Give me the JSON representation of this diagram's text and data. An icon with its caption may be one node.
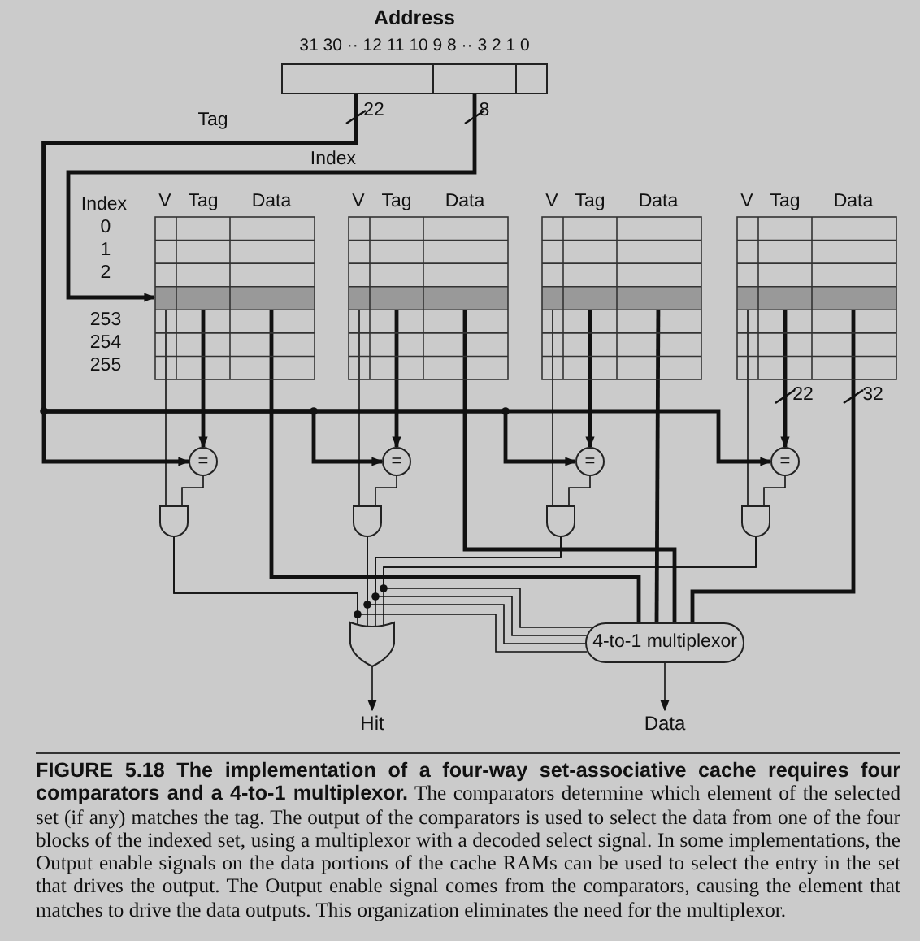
{
  "diagram": {
    "caption": "**FIGURE 5.18  The implementation of a four-way set-associative cache requires four comparators and a 4-to-1 multiplexor.** The comparators determine which element of the selected set (if any) matches the tag. The output of the comparators is used to select the data from one of the four blocks of the indexed set, using a multiplexor with a decoded select signal. In some implementations, the Output enable signals on the data portions of the cache RAMs can be used to select the entry in the set that drives the output. The Output enable signal comes from the comparators, causing the element that matches to drive the data outputs. This organization eliminates the need for the multiplexor.",
    "nodes": [
      {
        "text": [
          "Address",
          "31 30 ·· 12 11 10 9 8 ·· 3 2 1 0"
        ]
      },
      {
        "text": [
          "V",
          "Tag",
          "Data"
        ]
      },
      {
        "text": [
          "V",
          "Tag",
          "Data"
        ]
      },
      {
        "text": [
          "V",
          "Tag",
          "Data"
        ]
      },
      {
        "text": [
          "V",
          "Tag",
          "Data"
        ]
      },
      {
        "text": [
          "="
        ]
      },
      {
        "text": [
          "="
        ]
      },
      {
        "text": [
          "="
        ]
      },
      {
        "text": [
          "="
        ]
      },
      {
        "text": [],
        "shape": "gate"
      },
      {
        "text": [],
        "shape": "gate"
      },
      {
        "text": [],
        "shape": "gate"
      },
      {
        "text": [],
        "shape": "gate"
      },
      {
        "text": [],
        "shape": "gate"
      },
      {
        "text": [
          "4-to-1 multiplexor"
        ]
      },
      {
        "text": [
          "Hit"
        ]
      },
      {
        "text": [
          "Data"
        ]
      }
    ],
    "edges": [
      {
        "from": 0,
        "to": 1,
        "arrow": "to",
        "label": "Index",
        "style": "thick"
      },
      {
        "from": 0,
        "to": 5,
        "arrow": "to",
        "label": "Tag",
        "style": "thick"
      },
      {
        "from": 0,
        "to": 6,
        "arrow": "to",
        "style": "thick"
      },
      {
        "from": 0,
        "to": 7,
        "arrow": "to",
        "style": "thick"
      },
      {
        "from": 0,
        "to": 8,
        "arrow": "to",
        "style": "thick"
      },
      {
        "from": 1,
        "to": 5,
        "arrow": "to",
        "style": "thick"
      },
      {
        "from": 2,
        "to": 6,
        "arrow": "to",
        "style": "thick"
      },
      {
        "from": 3,
        "to": 7,
        "arrow": "to",
        "style": "thick"
      },
      {
        "from": 4,
        "to": 8,
        "arrow": "to",
        "style": "thick"
      },
      {
        "from": 1,
        "to": 9,
        "arrow": "none"
      },
      {
        "from": 2,
        "to": 10,
        "arrow": "none"
      },
      {
        "from": 3,
        "to": 11,
        "arrow": "none"
      },
      {
        "from": 4,
        "to": 12,
        "arrow": "none"
      },
      {
        "from": 5,
        "to": 9,
        "arrow": "none"
      },
      {
        "from": 6,
        "to": 10,
        "arrow": "none"
      },
      {
        "from": 7,
        "to": 11,
        "arrow": "none"
      },
      {
        "from": 8,
        "to": 12,
        "arrow": "none"
      },
      {
        "from": 9,
        "to": 13,
        "arrow": "none"
      },
      {
        "from": 10,
        "to": 13,
        "arrow": "none"
      },
      {
        "from": 11,
        "to": 13,
        "arrow": "none"
      },
      {
        "from": 12,
        "to": 13,
        "arrow": "none"
      },
      {
        "from": 9,
        "to": 14,
        "arrow": "none"
      },
      {
        "from": 10,
        "to": 14,
        "arrow": "none"
      },
      {
        "from": 11,
        "to": 14,
        "arrow": "none"
      },
      {
        "from": 12,
        "to": 14,
        "arrow": "none"
      },
      {
        "from": 1,
        "to": 14,
        "arrow": "none",
        "style": "thick"
      },
      {
        "from": 2,
        "to": 14,
        "arrow": "none",
        "style": "thick"
      },
      {
        "from": 3,
        "to": 14,
        "arrow": "none",
        "style": "thick"
      },
      {
        "from": 4,
        "to": 14,
        "arrow": "none",
        "style": "thick"
      },
      {
        "from": 13,
        "to": 15,
        "arrow": "to"
      },
      {
        "from": 14,
        "to": 16,
        "arrow": "to"
      }
    ],
    "labels": [
      "22",
      "8",
      "Index",
      "0",
      "1",
      "2",
      "253",
      "254",
      "255",
      "22",
      "32"
    ]
  }
}
